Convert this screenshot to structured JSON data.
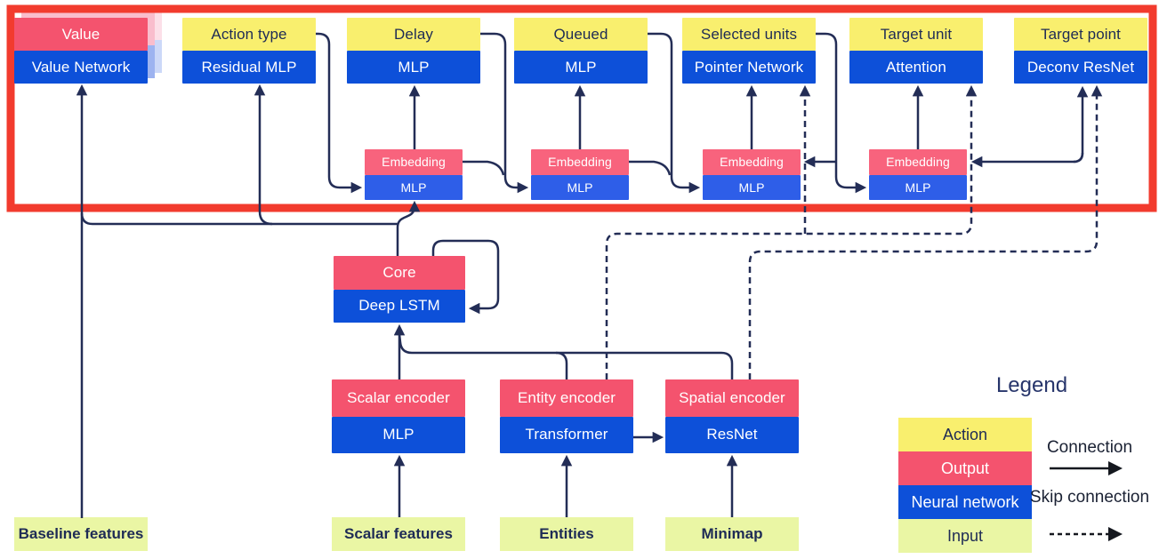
{
  "diagram": {
    "heads": [
      {
        "output": "Value",
        "network": "Value Network"
      },
      {
        "output": "Action type",
        "network": "Residual MLP"
      },
      {
        "output": "Delay",
        "network": "MLP"
      },
      {
        "output": "Queued",
        "network": "MLP"
      },
      {
        "output": "Selected units",
        "network": "Pointer Network"
      },
      {
        "output": "Target unit",
        "network": "Attention"
      },
      {
        "output": "Target point",
        "network": "Deconv ResNet"
      }
    ],
    "embeddings": [
      {
        "output": "Embedding",
        "network": "MLP"
      },
      {
        "output": "Embedding",
        "network": "MLP"
      },
      {
        "output": "Embedding",
        "network": "MLP"
      },
      {
        "output": "Embedding",
        "network": "MLP"
      }
    ],
    "core": {
      "output": "Core",
      "network": "Deep LSTM"
    },
    "encoders": [
      {
        "output": "Scalar encoder",
        "network": "MLP"
      },
      {
        "output": "Entity encoder",
        "network": "Transformer"
      },
      {
        "output": "Spatial encoder",
        "network": "ResNet"
      }
    ],
    "inputs": [
      "Baseline features",
      "Scalar features",
      "Entities",
      "Minimap"
    ]
  },
  "legend": {
    "title": "Legend",
    "items": [
      {
        "label": "Action"
      },
      {
        "label": "Output"
      },
      {
        "label": "Neural network"
      },
      {
        "label": "Input"
      }
    ],
    "connection_label": "Connection",
    "skip_connection_label": "Skip connection"
  },
  "colors": {
    "action_yellow": "#f9ef6e",
    "output_red": "#f4536e",
    "embedding_red": "#f8637d",
    "network_blue": "#0d50d9",
    "embedding_blue": "#2e5ee8",
    "input_green": "#eaf6a4",
    "connector_navy": "#232d56",
    "highlight_red": "#f23b2e"
  }
}
